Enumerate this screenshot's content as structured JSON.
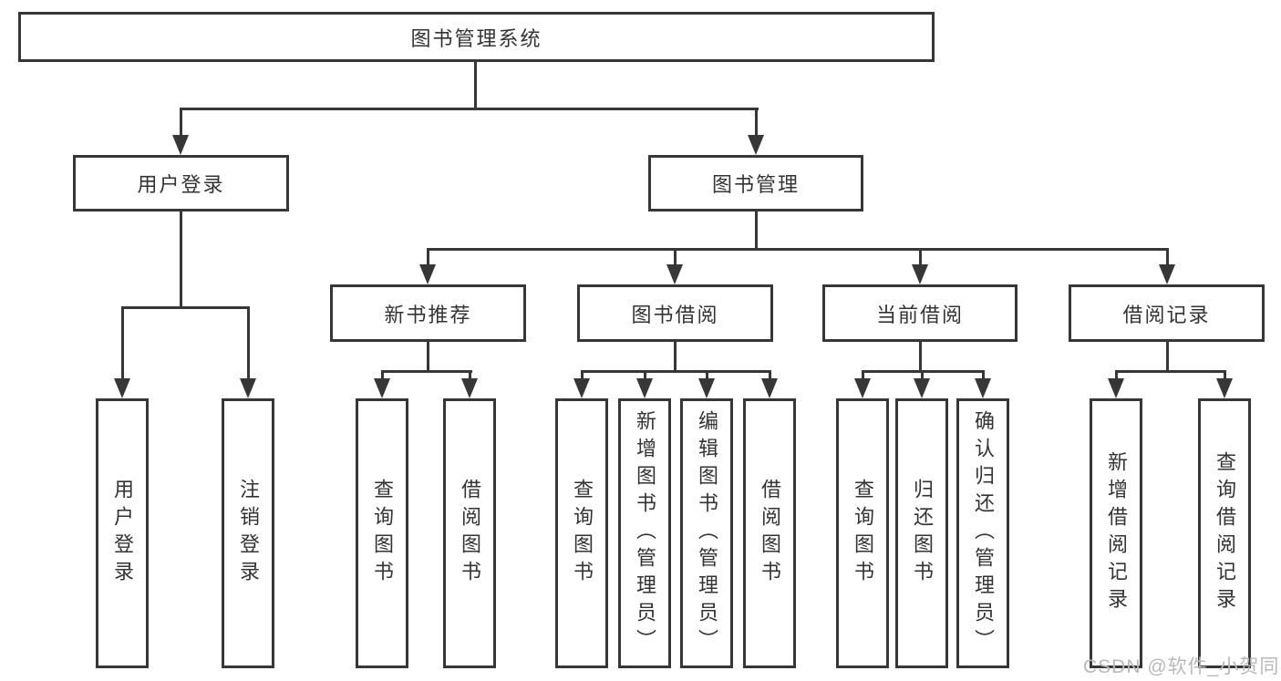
{
  "diagram": {
    "title": "图书管理系统",
    "level2": {
      "user_login": "用户登录",
      "book_management": "图书管理"
    },
    "level3": {
      "new_book_recommend": "新书推荐",
      "book_borrow": "图书借阅",
      "current_borrow": "当前借阅",
      "borrow_record": "借阅记录"
    },
    "leaves": {
      "user_login": "用户登录",
      "logout": "注销登录",
      "nbr_query_book": "查询图书",
      "nbr_borrow_book": "借阅图书",
      "bb_query_book": "查询图书",
      "bb_add_book": "新增图书（管理员）",
      "bb_edit_book": "编辑图书（管理员）",
      "bb_borrow_book": "借阅图书",
      "cb_query_book": "查询图书",
      "cb_return_book": "归还图书",
      "cb_confirm_return": "确认归还（管理员）",
      "br_add_record": "新增借阅记录",
      "br_query_record": "查询借阅记录"
    }
  },
  "watermark": "CSDN @软件_小贺同学",
  "colors": {
    "line": "#373737",
    "text": "#333333",
    "watermark": "#b9b9b9",
    "background": "#ffffff"
  }
}
